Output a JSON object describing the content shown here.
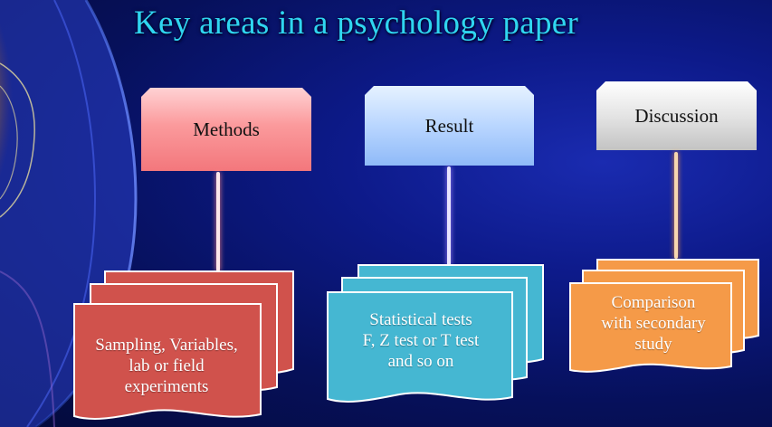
{
  "slide": {
    "title": "Key areas in a psychology paper"
  },
  "colors": {
    "methods": "#d0524c",
    "result": "#45b7d2",
    "discussion": "#f59a48",
    "title": "#2fd6f0"
  },
  "sections": [
    {
      "id": "methods",
      "heading": "Methods",
      "detail_lines": [
        "Sampling, Variables,",
        "lab or field",
        "experiments"
      ]
    },
    {
      "id": "result",
      "heading": "Result",
      "detail_lines": [
        "Statistical tests",
        "F, Z test or T test",
        "and so on"
      ]
    },
    {
      "id": "discussion",
      "heading": "Discussion",
      "detail_lines": [
        "Comparison",
        "with secondary",
        "study"
      ]
    }
  ]
}
